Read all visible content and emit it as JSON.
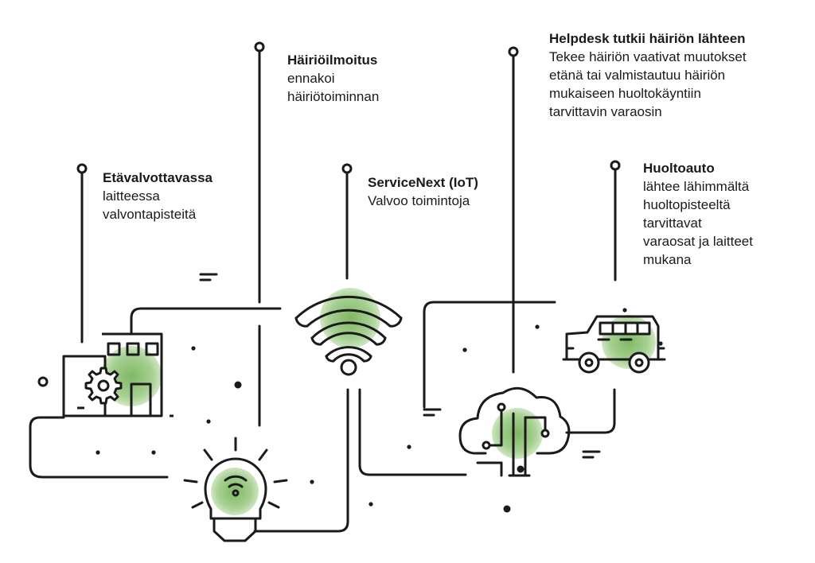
{
  "labels": {
    "etavalvonta": {
      "title": "Etävalvottavassa",
      "lines": [
        "laitteessa",
        "valvontapisteitä"
      ]
    },
    "hairioilmoitus": {
      "title": "Häiriöilmoitus",
      "lines": [
        "ennakoi",
        "häiriötoiminnan"
      ]
    },
    "servicenext": {
      "title": "ServiceNext (IoT)",
      "lines": [
        "Valvoo toimintoja"
      ]
    },
    "helpdesk": {
      "title": "Helpdesk tutkii häiriön lähteen",
      "lines": [
        "Tekee häiriön vaativat muutokset",
        "etänä tai valmistautuu häiriön",
        "mukaiseen huoltokäyntiin",
        "tarvittavin varaosin"
      ]
    },
    "huoltoauto": {
      "title": "Huoltoauto",
      "lines": [
        "lähtee lähimmältä",
        "huoltopisteeltä",
        "tarvittavat",
        "varaosat ja laitteet",
        "mukana"
      ]
    }
  },
  "icons": [
    "factory-icon",
    "gear-icon",
    "lightbulb-icon",
    "wifi-icon",
    "cloud-circuit-icon",
    "van-icon"
  ],
  "colors": {
    "line": "#1a1a1a",
    "accent": "#8cc274",
    "accent_light": "#cfe6c2"
  }
}
